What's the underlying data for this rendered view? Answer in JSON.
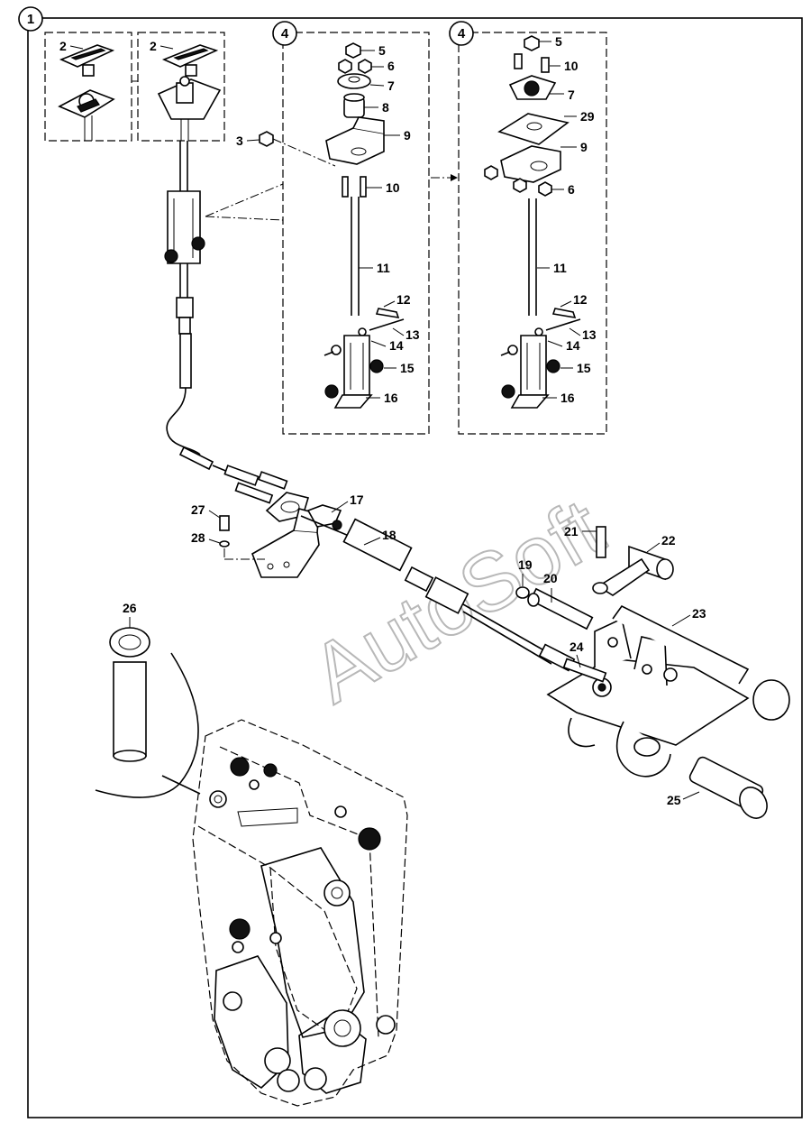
{
  "watermark": "AutoSoft",
  "badges": {
    "main": "1",
    "detail_a": "4",
    "detail_b": "4"
  },
  "labels": {
    "p2a": "2",
    "p2b": "2",
    "p3": "3",
    "a5": "5",
    "a6": "6",
    "a7": "7",
    "a8": "8",
    "a9": "9",
    "a10": "10",
    "a11": "11",
    "a12": "12",
    "a13": "13",
    "a14": "14",
    "a15": "15",
    "a16": "16",
    "b5": "5",
    "b10": "10",
    "b7": "7",
    "b29": "29",
    "b9": "9",
    "b6": "6",
    "b11": "11",
    "b12": "12",
    "b13": "13",
    "b14": "14",
    "b15": "15",
    "b16": "16",
    "p17": "17",
    "p18": "18",
    "p19": "19",
    "p20": "20",
    "p21": "21",
    "p22": "22",
    "p23": "23",
    "p24": "24",
    "p25": "25",
    "p26": "26",
    "p27": "27",
    "p28": "28"
  }
}
